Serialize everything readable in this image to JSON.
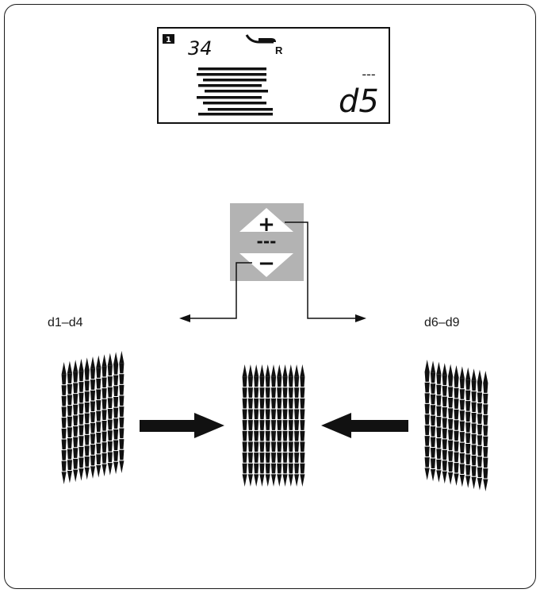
{
  "display": {
    "pattern_number": "34",
    "foot_letter": "R",
    "setting_marker": "---",
    "setting_value": "d5"
  },
  "keypad": {
    "plus_label": "+",
    "divider_label": "---",
    "minus_label": "−"
  },
  "labels": {
    "left": "d1–d4",
    "right": "d6–d9"
  },
  "colors": {
    "keypad_bg": "#b3b3b3",
    "ink": "#111111"
  }
}
